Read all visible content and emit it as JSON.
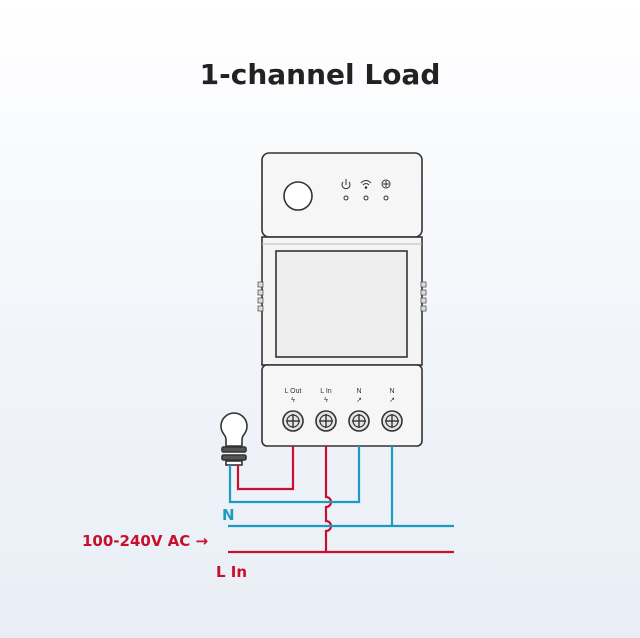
{
  "title": "1-channel Load",
  "device": {
    "indicator_icons": [
      "power-icon",
      "wifi-icon",
      "lan-icon"
    ],
    "terminals": [
      {
        "label": "L Out",
        "symbol": "ϟ"
      },
      {
        "label": "L In",
        "symbol": "ϟ"
      },
      {
        "label": "N",
        "symbol": "↗"
      },
      {
        "label": "N",
        "symbol": "↗"
      }
    ]
  },
  "wiring": {
    "neutral_label": "N",
    "voltage_label": "100-240V AC →",
    "live_label": "L In",
    "colors": {
      "neutral": "#1a9cc0",
      "live": "#c8102e",
      "outline": "#333333",
      "device_fill": "#f6f6f6",
      "screen_fill": "#eeeeee"
    }
  }
}
